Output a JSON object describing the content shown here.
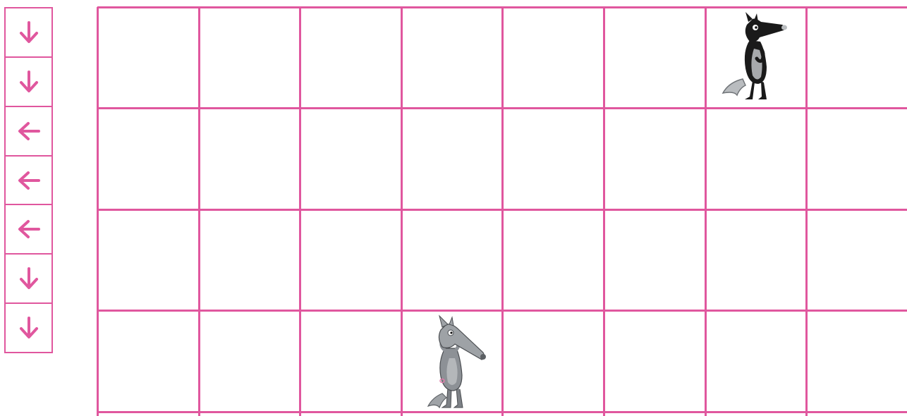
{
  "colors": {
    "grid_line": "#e0579e",
    "arrow": "#e0579e",
    "background": "#ffffff"
  },
  "program": {
    "arrows": [
      {
        "direction": "down",
        "icon": "arrow-down-icon"
      },
      {
        "direction": "down",
        "icon": "arrow-down-icon"
      },
      {
        "direction": "left",
        "icon": "arrow-left-icon"
      },
      {
        "direction": "left",
        "icon": "arrow-left-icon"
      },
      {
        "direction": "left",
        "icon": "arrow-left-icon"
      },
      {
        "direction": "down",
        "icon": "arrow-down-icon"
      },
      {
        "direction": "down",
        "icon": "arrow-down-icon"
      }
    ]
  },
  "grid": {
    "columns": 8,
    "rows": 4,
    "characters": [
      {
        "name": "black-wolf",
        "icon": "black-wolf-icon",
        "column": 7,
        "row": 1
      },
      {
        "name": "grey-wolf",
        "icon": "grey-wolf-icon",
        "column": 4,
        "row": 4
      }
    ]
  }
}
